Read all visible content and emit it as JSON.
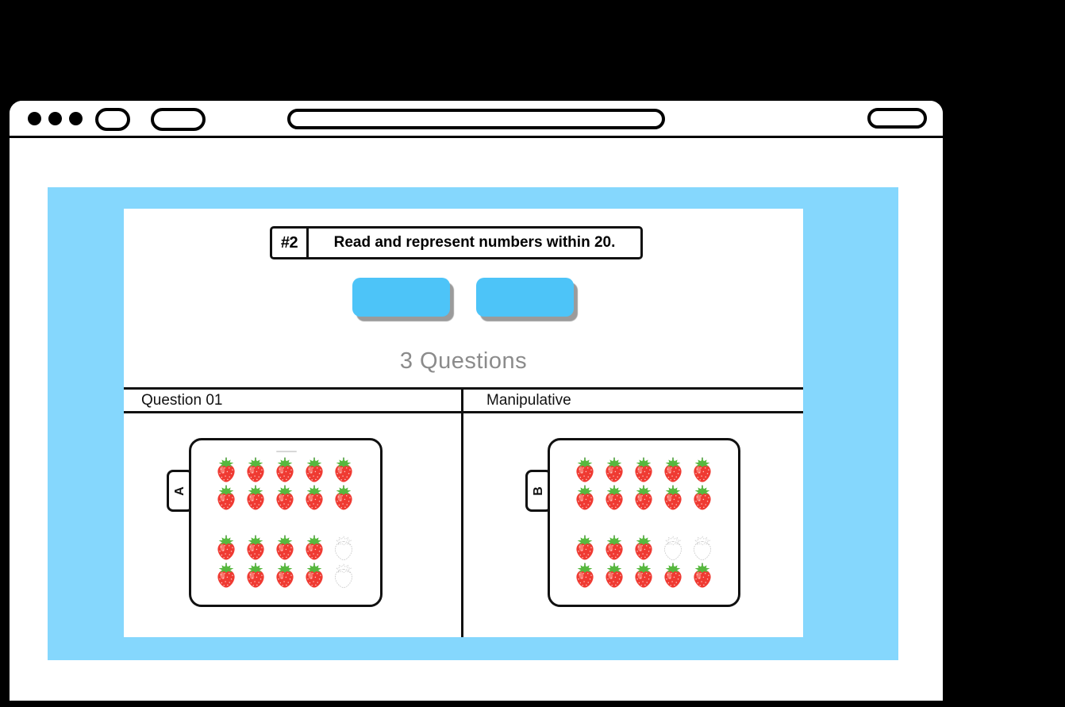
{
  "browser": {
    "traffic_dot_count": 3,
    "url_bar": {
      "value": "",
      "placeholder": ""
    }
  },
  "worksheet": {
    "badge": "#2",
    "title": "Read and represent numbers within 20.",
    "action_buttons": [
      {
        "label": ""
      },
      {
        "label": ""
      }
    ],
    "questions_count_label": "3 Questions",
    "table": {
      "columns": [
        "Question 01",
        "Manipulative"
      ]
    },
    "panels": [
      {
        "tab": "A",
        "has_top_dash": true,
        "filled_count": 18,
        "total_slots": 20,
        "pattern": [
          [
            1,
            1,
            1,
            1,
            1
          ],
          [
            1,
            1,
            1,
            1,
            1
          ],
          [
            1,
            1,
            1,
            1,
            0
          ],
          [
            1,
            1,
            1,
            1,
            0
          ]
        ]
      },
      {
        "tab": "B",
        "has_top_dash": false,
        "filled_count": 18,
        "total_slots": 20,
        "pattern": [
          [
            1,
            1,
            1,
            1,
            1
          ],
          [
            1,
            1,
            1,
            1,
            1
          ],
          [
            1,
            1,
            1,
            0,
            0
          ],
          [
            1,
            1,
            1,
            1,
            1
          ]
        ]
      }
    ],
    "colors": {
      "page_bg": "#000000",
      "canvas_blue": "#85D7FD",
      "button_blue": "#4DC4F8",
      "button_shadow": "#9b9b9b",
      "muted_text": "#8b8b8b",
      "strawberry_red": "#EF3A32",
      "strawberry_highlight": "#F9766D",
      "strawberry_seed": "#FFD9D4",
      "strawberry_leaf": "#56B83E",
      "outline_gray": "#C7C7C7"
    }
  }
}
